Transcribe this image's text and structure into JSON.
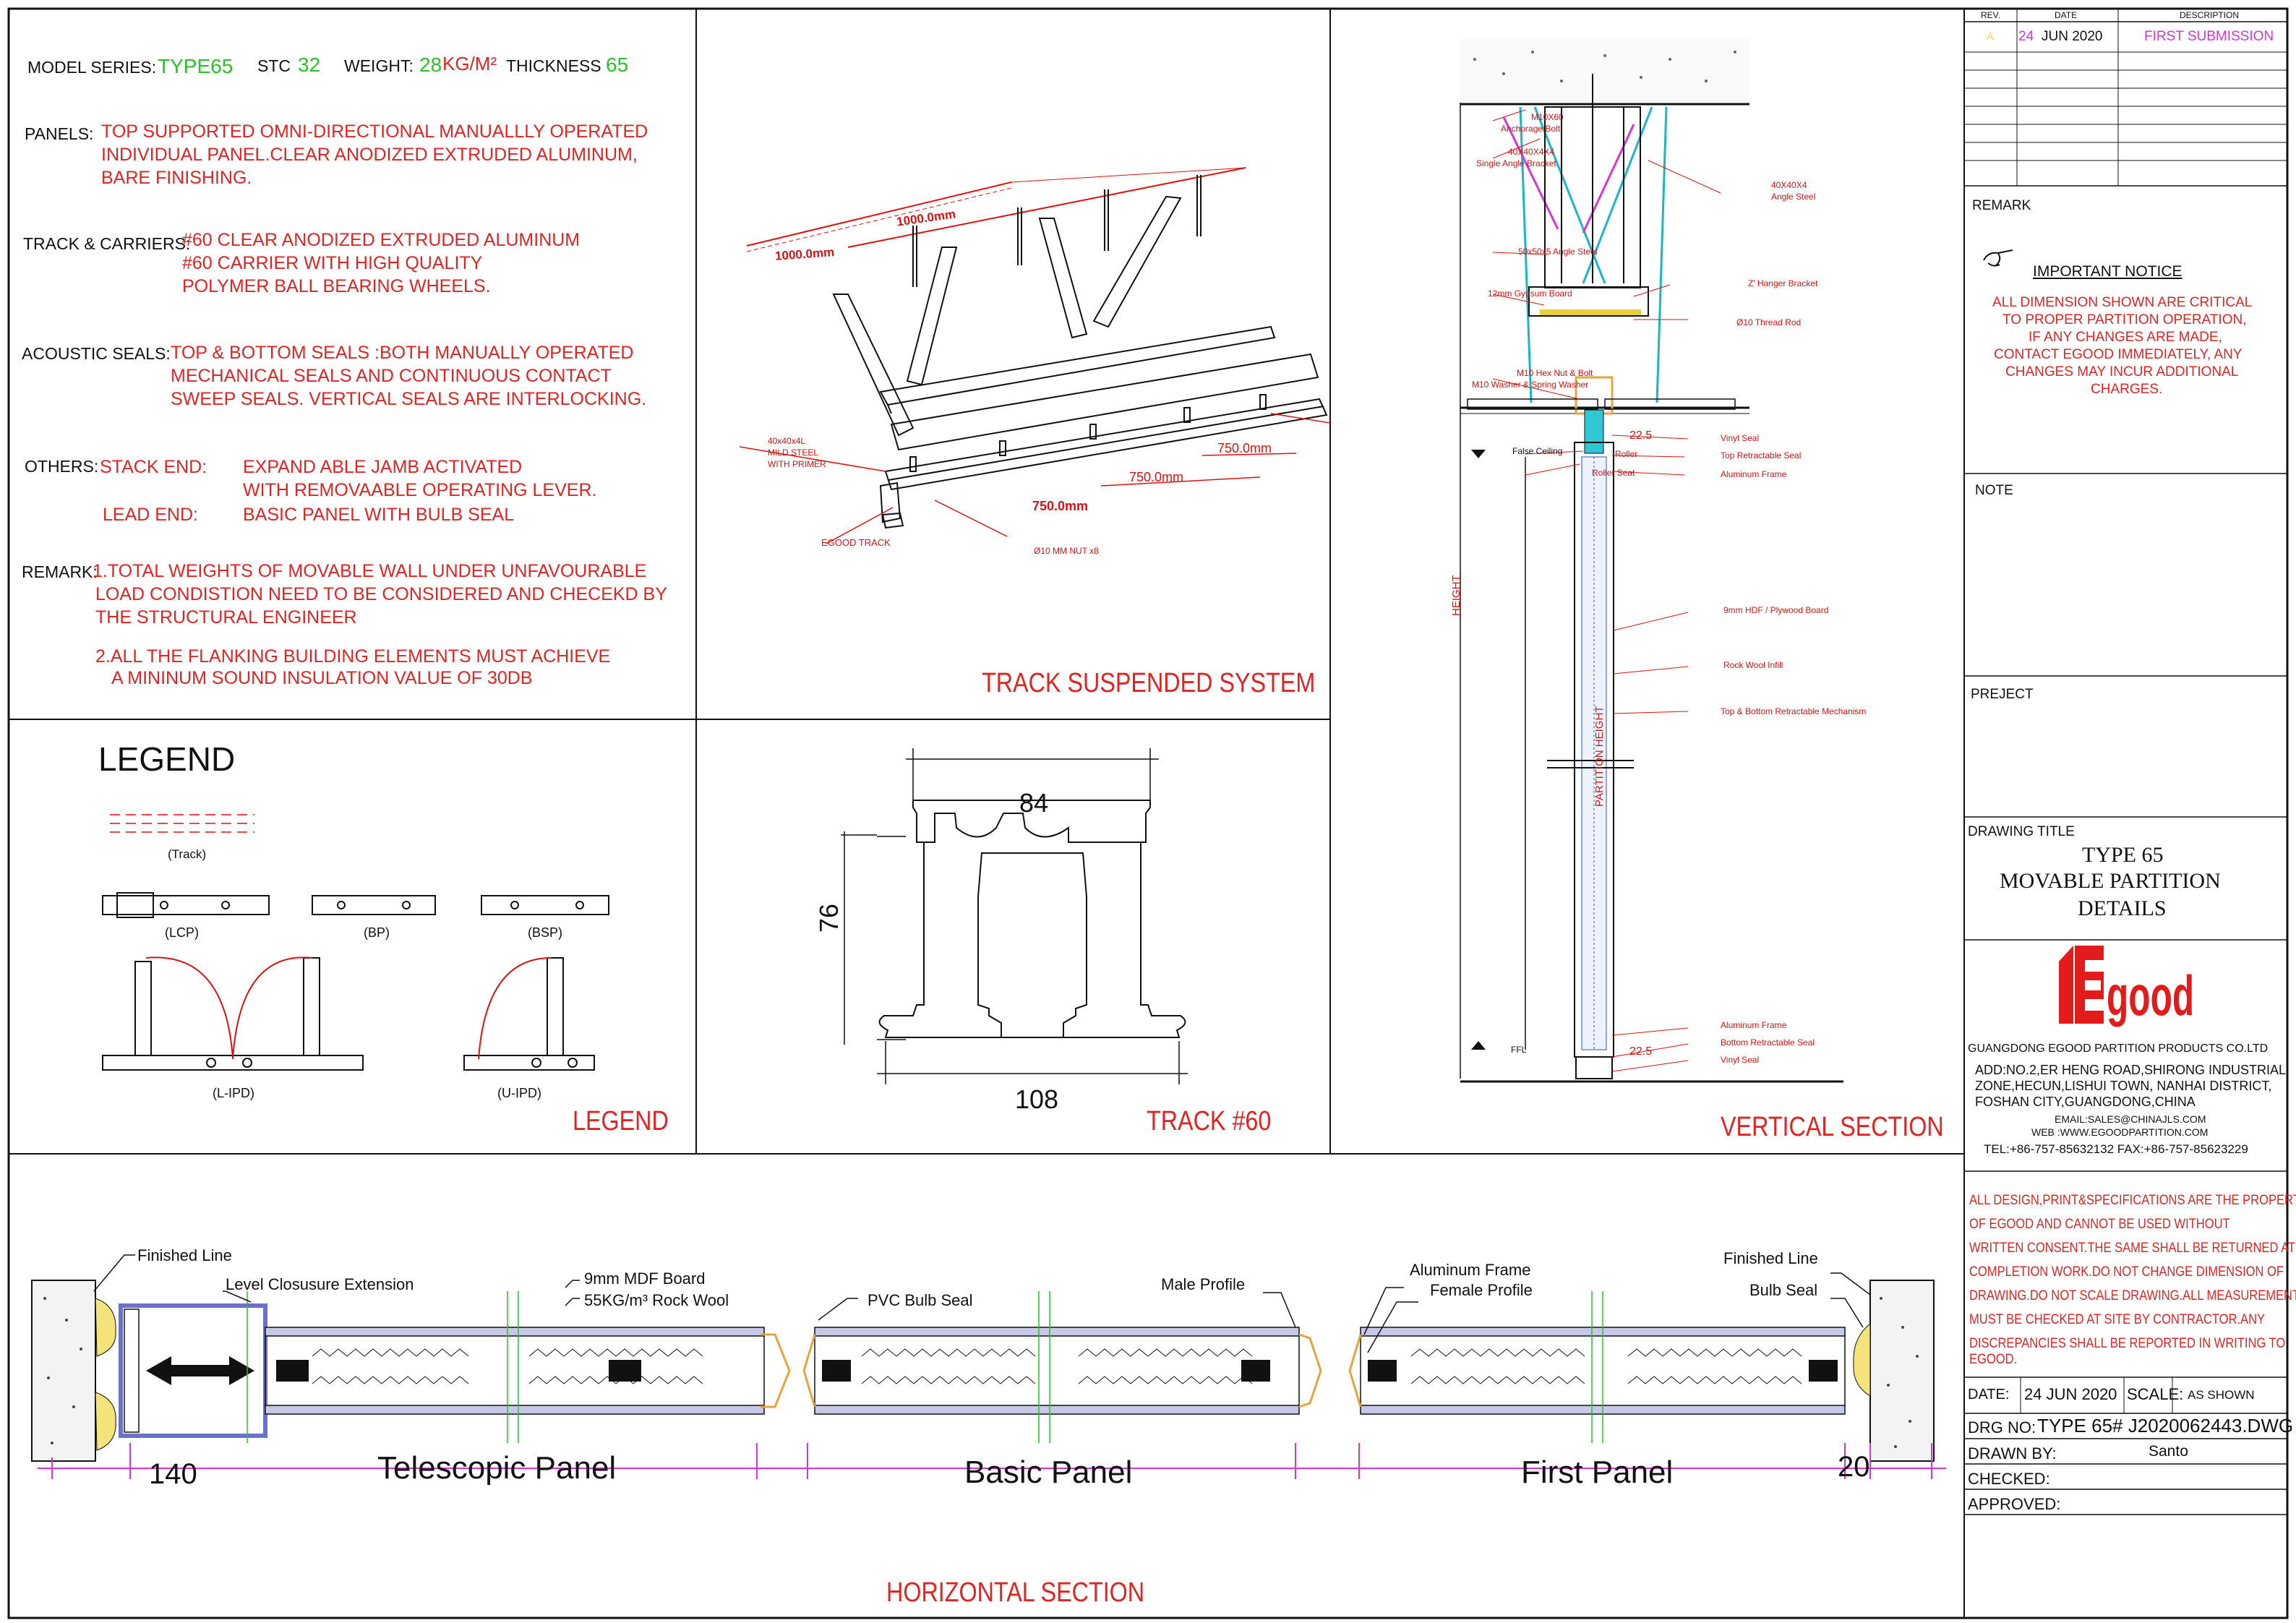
{
  "spec": {
    "model_series_label": "MODEL SERIES:",
    "model_series_value": "TYPE65",
    "stc_label": "STC",
    "stc_value": "32",
    "weight_label": "WEIGHT:",
    "weight_value": "28",
    "weight_unit": "KG/M²",
    "thickness_label": "THICKNESS",
    "thickness_value": "65",
    "panels_label": "PANELS:",
    "panels_lines": [
      "TOP SUPPORTED OMNI-DIRECTIONAL MANUALLLY OPERATED",
      "INDIVIDUAL PANEL.CLEAR ANODIZED EXTRUDED ALUMINUM,",
      "BARE FINISHING."
    ],
    "track_label": "TRACK & CARRIERS:",
    "track_lines": [
      "#60 CLEAR ANODIZED EXTRUDED ALUMINUM",
      "#60 CARRIER WITH  HIGH QUALITY",
      "POLYMER  BALL BEARING WHEELS."
    ],
    "acoustic_label": "ACOUSTIC SEALS:",
    "acoustic_lines": [
      "TOP & BOTTOM SEALS :BOTH MANUALLY OPERATED",
      "MECHANICAL SEALS AND CONTINUOUS CONTACT",
      "SWEEP SEALS. VERTICAL SEALS ARE INTERLOCKING."
    ],
    "others_label": "OTHERS:",
    "stack_end_label": "STACK END:",
    "stack_end_lines": [
      "EXPAND ABLE JAMB ACTIVATED",
      "WITH REMOVAABLE OPERATING LEVER."
    ],
    "lead_end_label": "LEAD END:",
    "lead_end_value": "BASIC PANEL WITH BULB SEAL",
    "remark_label": "REMARK:",
    "remark_lines": [
      "1.TOTAL WEIGHTS OF MOVABLE WALL UNDER UNFAVOURABLE",
      "LOAD CONDISTION NEED TO BE CONSIDERED AND CHECEKD BY",
      "THE STRUCTURAL ENGINEER"
    ],
    "remark2_lines": [
      "2.ALL THE FLANKING BUILDING ELEMENTS MUST ACHIEVE",
      "A MININUM SOUND INSULATION VALUE OF 30DB"
    ]
  },
  "track_system": {
    "title": "TRACK SUSPENDED SYSTEM",
    "dim_1000a": "1000.0mm",
    "dim_1000b": "1000.0mm",
    "dim_750a": "750.0mm",
    "dim_750b": "750.0mm",
    "dim_750c": "750.0mm",
    "steel_label": [
      "40x40x4L",
      "MILD STEEL",
      "WITH PRIMER"
    ],
    "egood_track": "EGOOD TRACK",
    "nut_label": "Ø10 MM NUT x8"
  },
  "legend": {
    "heading": "LEGEND",
    "title": "LEGEND",
    "track": "(Track)",
    "lcp": "(LCP)",
    "bp": "(BP)",
    "bsp": "(BSP)",
    "lipd": "(L-IPD)",
    "uipd": "(U-IPD)"
  },
  "track60": {
    "title": "TRACK  #60",
    "dim_top": "84",
    "dim_side": "76",
    "dim_bottom": "108"
  },
  "vertical": {
    "title": "VERTICAL  SECTION",
    "labels": {
      "anchor": [
        "M10X60",
        "Anchorage Bolt"
      ],
      "single_bracket": [
        "40X40X4X4",
        "Single Angle Bracket"
      ],
      "angle_steel_r": [
        "40X40X4",
        "Angle Steel"
      ],
      "angle_steel_50": "50x50x5 Angle Steel",
      "z_hanger": "Z' Hanger Bracket",
      "gypsum": "12mm Gypsum Board",
      "thread_rod": "Ø10 Thread Rod",
      "hex_nut": [
        "M10 Hex Nut & Bolt",
        "M10 Washer & Spring Washer"
      ],
      "dim_22a": "22.5",
      "vinyl_seal_top": "Vinyl Seal",
      "false_ceiling": "False Ceiling",
      "roller": "Roller",
      "top_retract": "Top Retractable Seal",
      "roller_seat": "Roller Seat",
      "alu_frame_top": "Aluminum Frame",
      "hdf": "9mm HDF / Plywood Board",
      "rockwool": "Rock Wool Infill",
      "mechanism": "Top & Bottom Retractable Mechanism",
      "height": "HEIGHT",
      "partition_height": "PARTITION HEIGHT",
      "alu_frame_bot": "Aluminum Frame",
      "bottom_retract": "Bottom Retractable Seal",
      "vinyl_seal_bot": "Vinyl Seal",
      "ffl": "FFL",
      "dim_22b": "22.5"
    }
  },
  "horizontal": {
    "title": "HORIZONTAL  SECTION",
    "finished_line_l": "Finished Line",
    "level_closure": "Level Closusure Extension",
    "mdf": "9mm MDF Board",
    "rockwool": "55KG/m³ Rock Wool",
    "pvc_bulb": "PVC Bulb Seal",
    "male_profile": "Male Profile",
    "aluminum_frame": "Aluminum Frame",
    "female_profile": "Female Profile",
    "finished_line_r": "Finished Line",
    "bulb_seal": "Bulb Seal",
    "dim_140": "140",
    "telescopic": "Telescopic Panel",
    "basic": "Basic Panel",
    "first": "First Panel",
    "dim_20": "20"
  },
  "title_block": {
    "rev_header": "REV.",
    "date_header": "DATE",
    "desc_header": "DESCRIPTION",
    "rev_value": "A",
    "date_day": "24",
    "date_rest": "JUN  2020",
    "desc_value": "FIRST SUBMISSION",
    "remark_label": "REMARK",
    "important_notice": "IMPORTANT NOTICE",
    "notice_lines": [
      "ALL DIMENSION SHOWN ARE CRITICAL",
      "TO PROPER PARTITION OPERATION,",
      "IF ANY CHANGES ARE MADE,",
      "CONTACT EGOOD IMMEDIATELY, ANY",
      "CHANGES MAY INCUR ADDITIONAL",
      "CHARGES."
    ],
    "note_label": "NOTE",
    "project_label": "PREJECT",
    "drawing_title_label": "DRAWING  TITLE",
    "drawing_title_lines": [
      "TYPE 65",
      "MOVABLE PARTITION",
      "DETAILS"
    ],
    "logo_text": "Egood",
    "company": "GUANGDONG EGOOD PARTITION PRODUCTS CO.LTD",
    "address_lines": [
      "ADD:NO.2,ER HENG ROAD,SHIRONG INDUSTRIAL",
      "ZONE,HECUN,LISHUI TOWN, NANHAI DISTRICT,",
      "FOSHAN CITY,GUANGDONG,CHINA"
    ],
    "email": "EMAIL:SALES@CHINAJLS.COM",
    "web": "WEB :WWW.EGOODPARTITION.COM",
    "tel": "TEL:+86-757-85632132  FAX:+86-757-85623229",
    "copyright_lines": [
      "ALL DESIGN,PRINT&SPECIFICATIONS ARE THE PROPERTY",
      "OF EGOOD AND CANNOT BE USED WITHOUT",
      "WRITTEN CONSENT.THE SAME SHALL BE RETURNED AT",
      "COMPLETION WORK.DO NOT CHANGE DIMENSION OF",
      "DRAWING.DO NOT SCALE DRAWING.ALL MEASUREMENTS",
      "MUST BE CHECKED AT SITE BY CONTRACTOR.ANY",
      "DISCREPANCIES SHALL BE REPORTED IN WRITING TO",
      "EGOOD."
    ],
    "date_label": "DATE:",
    "date_value": "24 JUN 2020",
    "scale_label": "SCALE:",
    "scale_value": "AS SHOWN",
    "drg_label": "DRG NO:",
    "drg_value": "TYPE 65# J2020062443.DWG",
    "drawn_label": "DRAWN BY:",
    "drawn_value": "Santo",
    "checked_label": "CHECKED:",
    "approved_label": "APPROVED:"
  },
  "colors": {
    "accent_red": "#e02424",
    "accent_green": "#29c229",
    "accent_magenta": "#d535d5",
    "line": "#111111"
  }
}
